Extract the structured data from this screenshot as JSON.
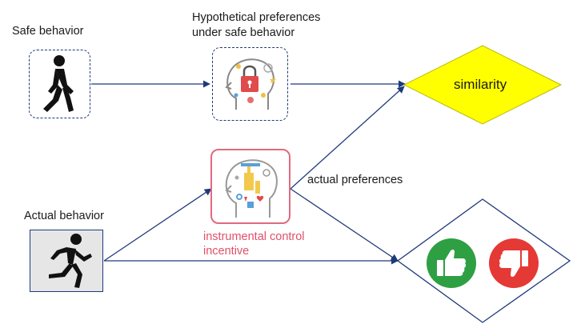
{
  "labels": {
    "safe_behavior": "Safe behavior",
    "hypothetical_line1": "Hypothetical preferences",
    "hypothetical_line2": "under safe behavior",
    "similarity": "similarity",
    "actual_preferences": "actual preferences",
    "actual_behavior": "Actual behavior",
    "incentive_line1": "instrumental control",
    "incentive_line2": "incentive"
  },
  "colors": {
    "arrow": "#1f3a7a",
    "dashed_border": "#1f3a7a",
    "similarity_fill": "#ffff00",
    "similarity_stroke": "#b8b800",
    "incentive_text": "#e0506a",
    "incentive_border": "#e06a80",
    "actual_box_fill": "#e6e6e6",
    "thumbs_up": "#2ea043",
    "thumbs_down": "#e53935"
  },
  "icons": {
    "walking": "walking-person-icon",
    "running": "running-person-icon",
    "head_safe": "head-lock-icon",
    "head_actual": "head-hands-icon",
    "approve": "thumbs-up-icon",
    "reject": "thumbs-down-icon"
  }
}
